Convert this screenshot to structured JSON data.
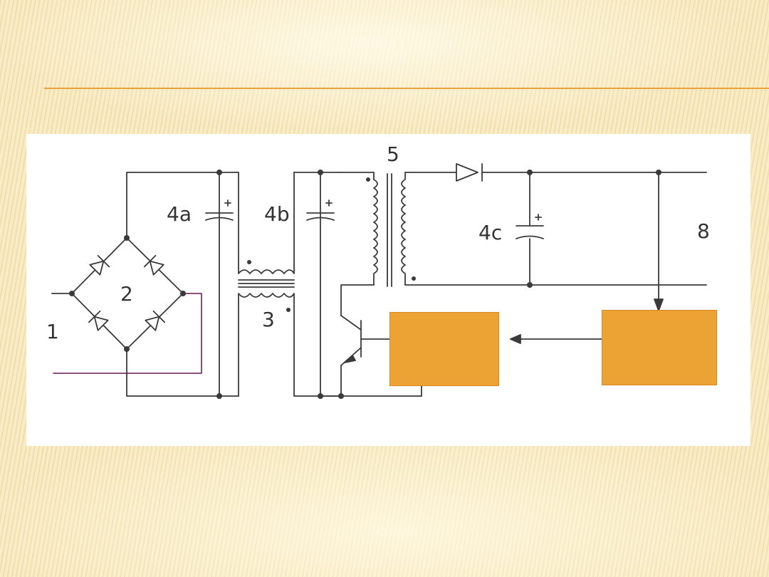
{
  "diagram": {
    "labels": {
      "mains_input": "1",
      "rectifier_bridge": "2",
      "filter_inductor": "3",
      "capacitor_a": "4a",
      "capacitor_b": "4b",
      "capacitor_c": "4c",
      "pulse_transformer": "5",
      "output_terminals": "8"
    },
    "polarity_mark": "+",
    "colors": {
      "wire": "#3a3a3a",
      "control_block_fill": "#eca334",
      "title_rule": "#eaa33c",
      "panel": "#ffffff",
      "input_lead": "#7a3a6a"
    }
  }
}
